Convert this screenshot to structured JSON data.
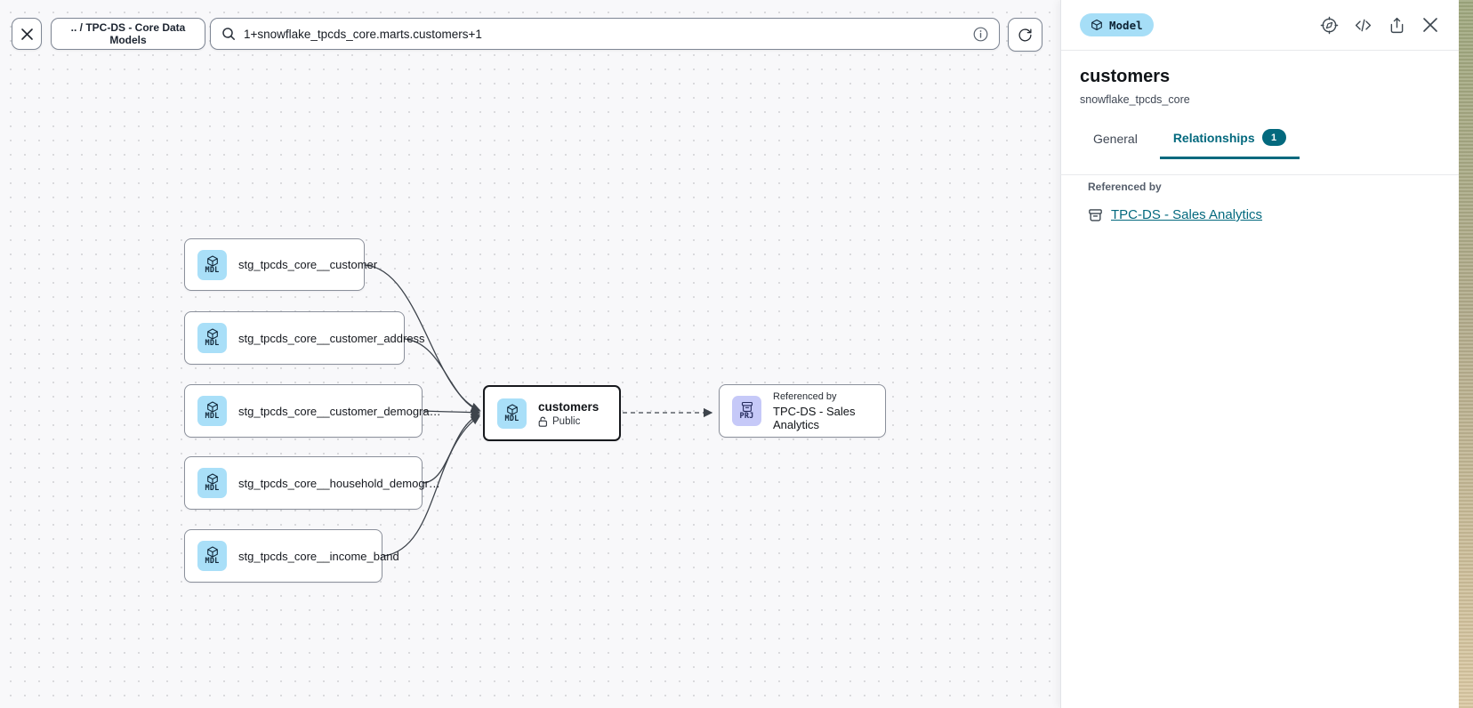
{
  "topbar": {
    "breadcrumb": ".. / TPC-DS - Core Data Models",
    "search_value": "1+snowflake_tpcds_core.marts.customers+1"
  },
  "panel": {
    "type_badge": "Model",
    "title": "customers",
    "subtitle": "snowflake_tpcds_core",
    "tabs": [
      {
        "label": "General",
        "active": false
      },
      {
        "label": "Relationships",
        "active": true,
        "badge": "1"
      }
    ],
    "referenced_by_label": "Referenced by",
    "referenced_by_link": "TPC-DS - Sales Analytics"
  },
  "graph": {
    "nodes": [
      {
        "type": "MDL",
        "label": "stg_tpcds_core__customer"
      },
      {
        "type": "MDL",
        "label": "stg_tpcds_core__customer_address"
      },
      {
        "type": "MDL",
        "label": "stg_tpcds_core__customer_demogra…"
      },
      {
        "type": "MDL",
        "label": "stg_tpcds_core__household_demogr…"
      },
      {
        "type": "MDL",
        "label": "stg_tpcds_core__income_band"
      },
      {
        "type": "MDL",
        "label": "customers",
        "visibility": "Public",
        "selected": true
      },
      {
        "type": "PRJ",
        "title": "Referenced by",
        "label": "TPC-DS - Sales Analytics"
      }
    ]
  },
  "colors": {
    "accent_teal": "#03697e",
    "model_icon_blue": "#a9dff8",
    "project_icon_purple": "#c6c9f8",
    "canvas_bg": "#f8f8fa"
  }
}
